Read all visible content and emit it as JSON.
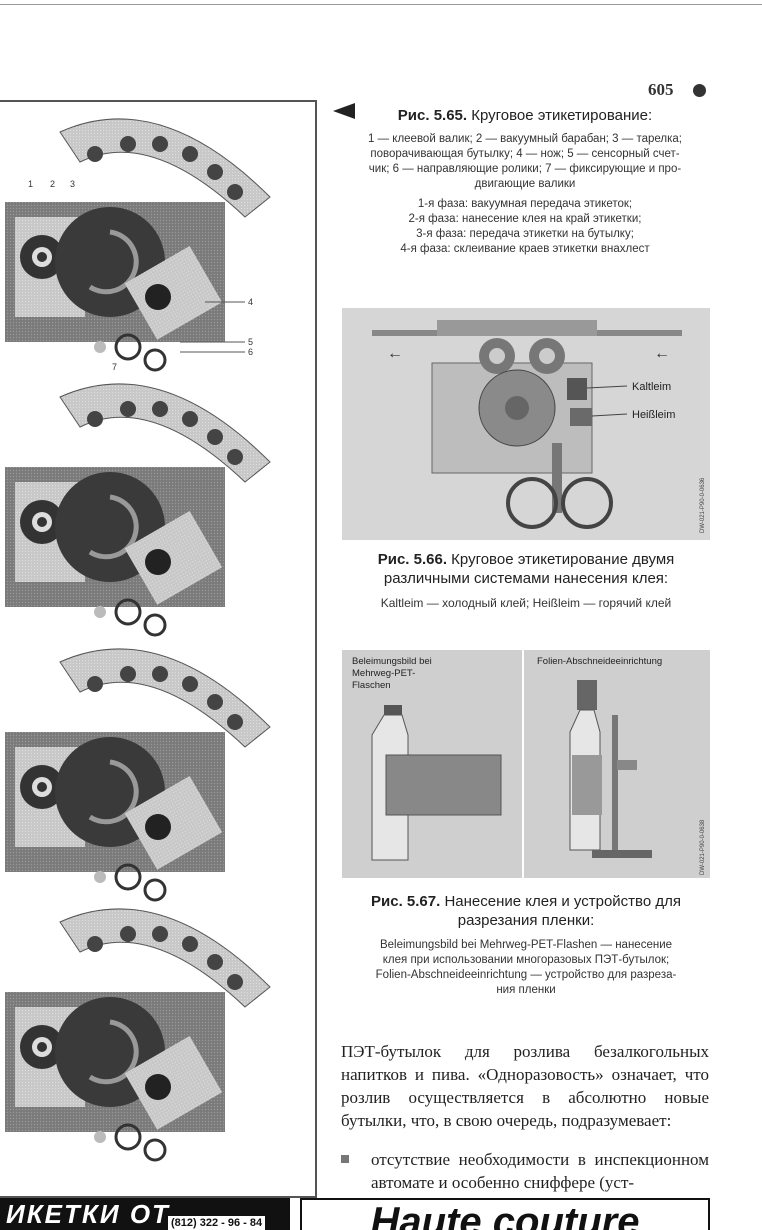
{
  "page_number": "605",
  "fig65": {
    "title_num": "Рис. 5.65.",
    "title_text": "Круговое этикетирование:",
    "legend_lines": [
      "1 — клеевой валик; 2 — вакуумный барабан; 3 — тарелка;",
      "поворачивающая бутылку; 4 — нож; 5 — сенсорный счет-",
      "чик; 6 — направляющие ролики; 7 — фиксирующие и про-",
      "двигающие валики"
    ],
    "phase_lines": [
      "1-я фаза: вакуумная передача этикеток;",
      "2-я фаза: нанесение клея на край этикетки;",
      "3-я фаза: передача этикетки на бутылку;",
      "4-я фаза: склеивание краев этикетки внахлест"
    ],
    "part_labels": [
      "1",
      "2",
      "3",
      "4",
      "5",
      "6",
      "7"
    ]
  },
  "fig66": {
    "label_kalt": "Kaltleim",
    "label_heiss": "Heißleim",
    "code": "DW-021-P90-0-0636",
    "title_num": "Рис. 5.66.",
    "title_line1": "Круговое этикетирование двумя",
    "title_line2": "различными системами нанесения клея:",
    "legend": "Kaltleim — холодный клей; Heißleim — горячий клей"
  },
  "fig67": {
    "left_label_1": "Beleimungsbild bei",
    "left_label_2": "Mehrweg-PET-",
    "left_label_3": "Flaschen",
    "right_label": "Folien-Abschneideeinrichtung",
    "code": "DW-021-P90-0-0638",
    "title_num": "Рис. 5.67.",
    "title_line1": "Нанесение клея и устройство для",
    "title_line2": "разрезания пленки:",
    "legend_lines": [
      "Beleimungsbild bei Mehrweg-PET-Flashen — нанесение",
      "клея при использовании многоразовых ПЭТ-бутылок;",
      "Folien-Abschneideeinrichtung — устройство для разреза-",
      "ния пленки"
    ]
  },
  "body_text": "ПЭТ-бутылок для розлива безалкогольных напитков и пива. «Одноразовость» означает, что розлив осуществляется в абсолютно новые бутылки, что, в свою очередь, подразумевает:",
  "bullet_text": "отсутствие необходимости в инспекционном автомате и особенно сниффере (уст-",
  "footer": {
    "left_text": "ИКЕТКИ ОТ",
    "phone": "(812) 322 - 96 - 84",
    "right_text": "Haute couture"
  }
}
